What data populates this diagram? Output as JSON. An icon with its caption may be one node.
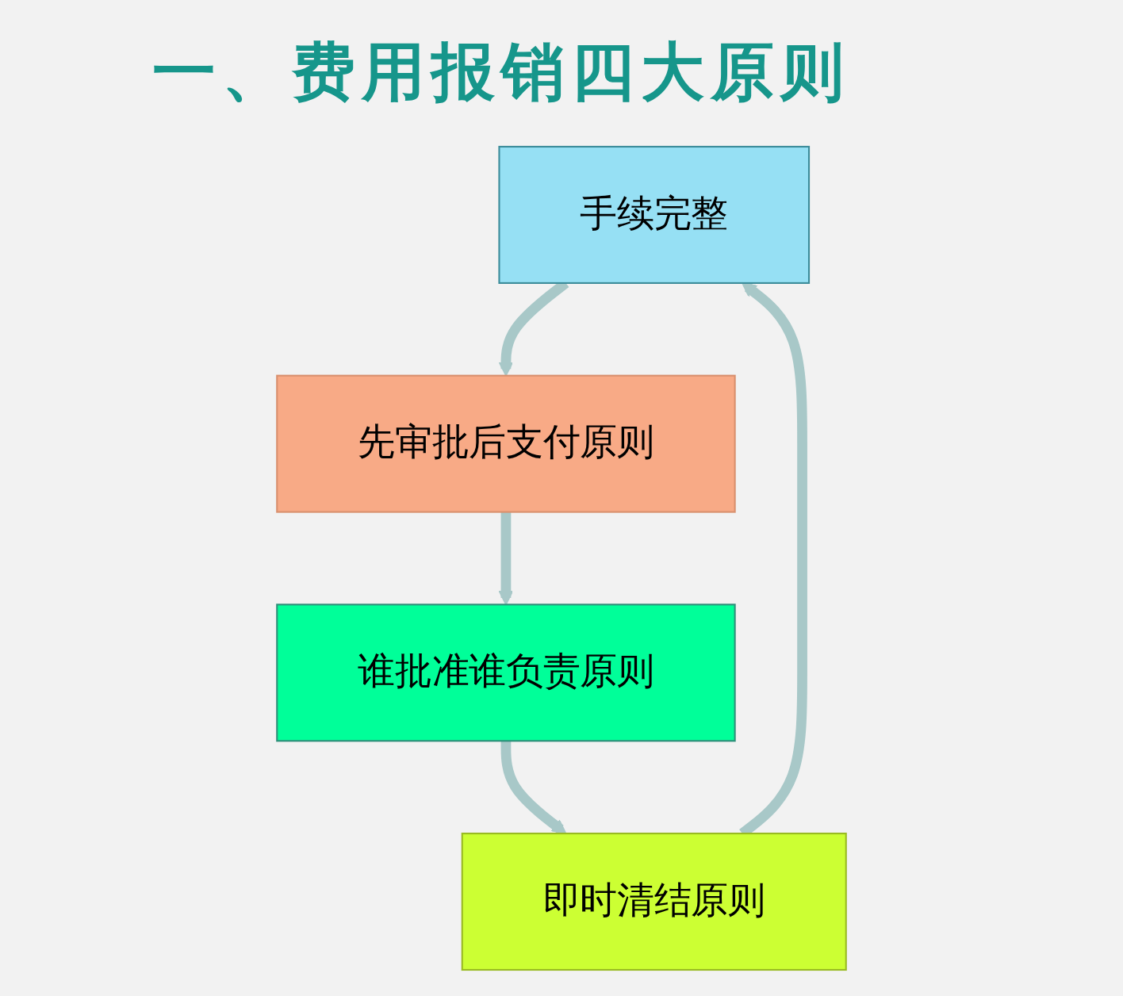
{
  "diagram": {
    "title": "一、费用报销四大原则",
    "nodes": [
      {
        "text": [
          "手续完整"
        ]
      },
      {
        "text": [
          "先审批后支付原则"
        ]
      },
      {
        "text": [
          "即时清结原则"
        ]
      },
      {
        "text": [
          "谁批准谁负责原则"
        ]
      }
    ],
    "edges": [
      {
        "from": 0,
        "to": 1,
        "arrow": "to"
      },
      {
        "from": 1,
        "to": 3,
        "arrow": "to"
      },
      {
        "from": 3,
        "to": 2,
        "arrow": "to"
      },
      {
        "from": 2,
        "to": 0,
        "arrow": "to"
      }
    ]
  }
}
